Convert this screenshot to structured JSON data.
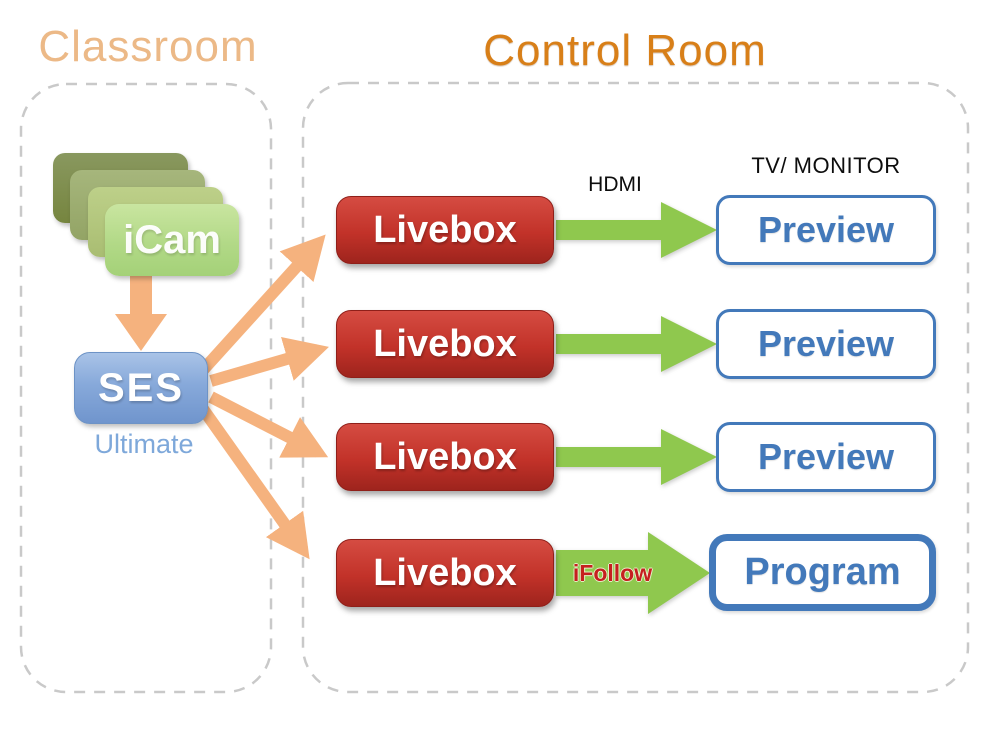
{
  "titles": {
    "classroom": "Classroom",
    "control_room": "Control Room"
  },
  "classroom": {
    "icam": {
      "label": "iCam",
      "stack_count": 4
    },
    "ses": {
      "label": "SES",
      "sublabel": "Ultimate"
    }
  },
  "control_room": {
    "monitor_caption": "TV/ MONITOR",
    "rows": [
      {
        "source": "Livebox",
        "arrow_label": "HDMI",
        "target": "Preview"
      },
      {
        "source": "Livebox",
        "target": "Preview"
      },
      {
        "source": "Livebox",
        "target": "Preview"
      },
      {
        "source": "Livebox",
        "arrow_label": "iFollow",
        "target": "Program"
      }
    ]
  },
  "colors": {
    "title_classroom": "#ecb987",
    "title_control": "#d87f18",
    "panel_dash": "#c9c9c9",
    "icam_green": "#b2d987",
    "icam_back_olive": "#76853f",
    "ses_blue": "#7ea8da",
    "orange_arrow": "#f5b27e",
    "livebox_red": "#c23229",
    "green_arrow": "#8fc84e",
    "monitor_blue": "#4379ba",
    "ifollow_red": "#c5201f"
  }
}
